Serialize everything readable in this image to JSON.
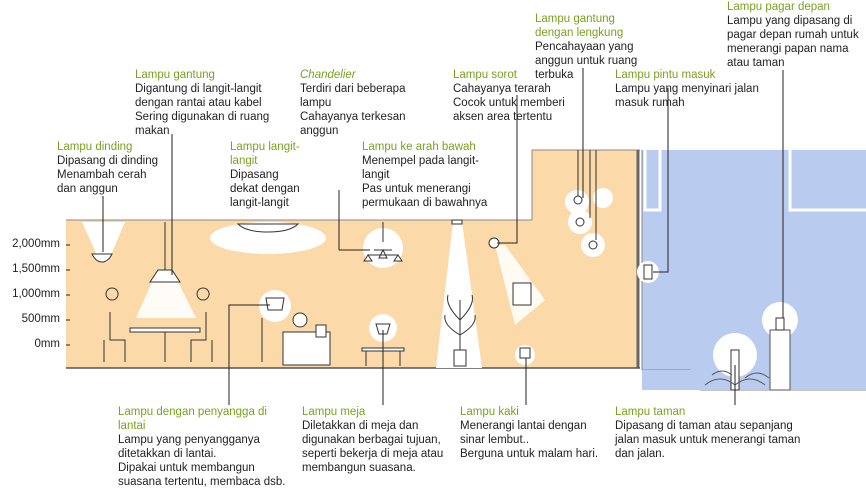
{
  "axis": [
    "2,000mm",
    "1,500mm",
    "1,000mm",
    "500mm",
    "0mm"
  ],
  "labels": {
    "dinding": {
      "title": "Lampu dinding",
      "desc": "Dipasang di dinding\nMenambah cerah\ndan anggun"
    },
    "gantung": {
      "title": "Lampu gantung",
      "desc": "Digantung di langit-langit\ndengan rantai atau kabel\nSering digunakan di ruang\nmakan"
    },
    "langit": {
      "title": "Lampu langit-\nlangit",
      "desc": "Dipasang\ndekat dengan\nlangit-langit"
    },
    "chandelier": {
      "title": "Chandelier",
      "desc": "Terdiri dari beberapa\nlampu\nCahayanya terkesan\nanggun"
    },
    "bawah": {
      "title": "Lampu ke arah bawah",
      "desc": "Menempel pada langit-\nlangit\nPas untuk menerangi\npermukaan di bawahnya"
    },
    "sorot": {
      "title": "Lampu sorot",
      "desc": "Cahayanya terarah\nCocok untuk memberi\naksen area tertentu"
    },
    "lengkung": {
      "title": "Lampu gantung\ndengan lengkung",
      "desc": "Pencahayaan yang\nanggun untuk ruang\nterbuka"
    },
    "pintu": {
      "title": "Lampu pintu masuk",
      "desc": "Lampu yang menyinari jalan\nmasuk rumah"
    },
    "pagar": {
      "title": "Lampu pagar depan",
      "desc": "Lampu yang dipasang di\npagar depan rumah untuk\nmenerangi papan nama\natau taman"
    },
    "lantai": {
      "title": "Lampu dengan penyangga di\nlantai",
      "desc": "Lampu yang penyangganya\nditetakkan di lantai.\nDipakai untuk membangun\nsuasana tertentu, membaca dsb."
    },
    "meja": {
      "title": "Lampu meja",
      "desc": "Diletakkan di meja dan\ndigunakan berbagai tujuan,\nseperti bekerja di meja atau\nmembangun suasana."
    },
    "kaki": {
      "title": "Lampu kaki",
      "desc": "Menerangi lantai dengan\nsinar lembut..\nBerguna untuk malam hari."
    },
    "taman": {
      "title": "Lampu taman",
      "desc": "Dipasang di taman atau sepanjang\njalan masuk untuk menerangi taman\ndan jalan."
    }
  },
  "colors": {
    "interior": "#fbd9a9",
    "exterior": "#b9cbee",
    "title": "#7aa21e",
    "line": "#222222"
  }
}
